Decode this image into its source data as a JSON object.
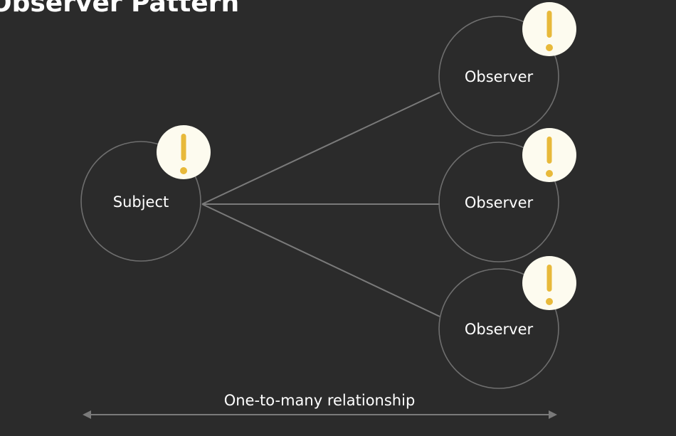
{
  "title": "Observer Pattern",
  "subject": {
    "label": "Subject",
    "alert_icon": "exclamation-icon"
  },
  "observers": [
    {
      "label": "Observer",
      "alert_icon": "exclamation-icon"
    },
    {
      "label": "Observer",
      "alert_icon": "exclamation-icon"
    },
    {
      "label": "Observer",
      "alert_icon": "exclamation-icon"
    }
  ],
  "relationship_label": "One-to-many relationship",
  "colors": {
    "background": "#2b2b2b",
    "node_outline": "#6e6e6e",
    "connector": "#7a7a7a",
    "alert_badge": "#fdfbef",
    "alert_mark": "#e8b93a",
    "text": "#ffffff"
  }
}
